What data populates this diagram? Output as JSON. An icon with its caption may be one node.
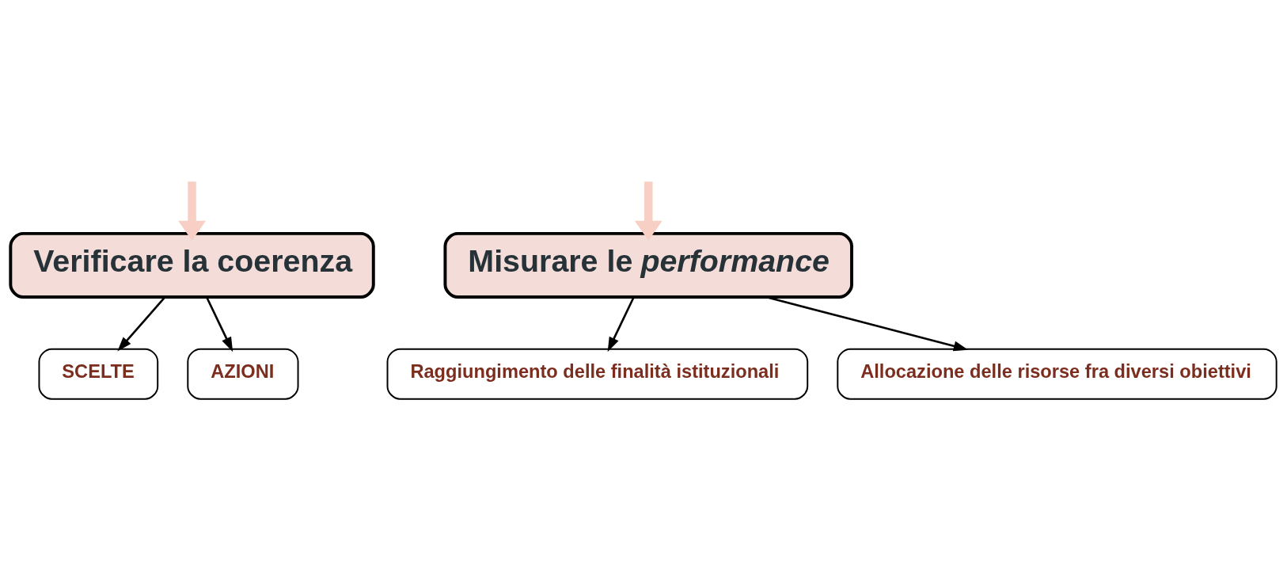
{
  "diagram": {
    "nodes": [
      {
        "text": [
          "Verificare la coerenza"
        ]
      },
      {
        "text": [
          "Misurare le *performance*"
        ]
      },
      {
        "text": [
          "SCELTE"
        ]
      },
      {
        "text": [
          "AZIONI"
        ]
      },
      {
        "text": [
          "Raggiungimento delle finalità istituzionali"
        ]
      },
      {
        "text": [
          "Allocazione delle risorse fra diversi obiettivi"
        ]
      }
    ],
    "edges": [
      {
        "from": null,
        "to": 0,
        "arrow": "to",
        "style": "thick",
        "color": "#f8cfc4"
      },
      {
        "from": null,
        "to": 1,
        "arrow": "to",
        "style": "thick",
        "color": "#f8cfc4"
      },
      {
        "from": 0,
        "to": 2,
        "arrow": "to"
      },
      {
        "from": 0,
        "to": 3,
        "arrow": "to"
      },
      {
        "from": 1,
        "to": 4,
        "arrow": "to"
      },
      {
        "from": 1,
        "to": 5,
        "arrow": "to"
      }
    ]
  }
}
